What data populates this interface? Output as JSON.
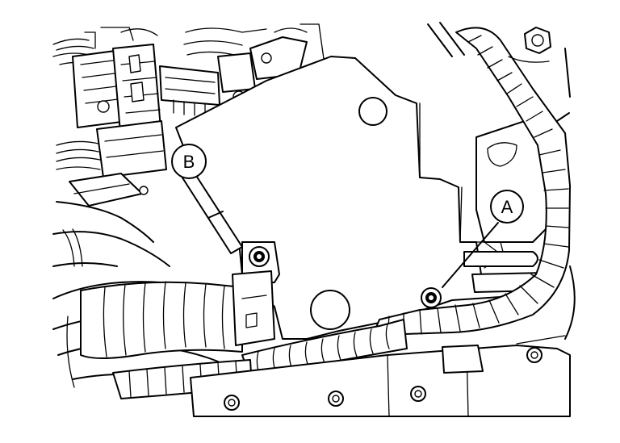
{
  "figure": {
    "callouts": [
      {
        "id": "a",
        "letter": "A"
      },
      {
        "id": "b",
        "letter": "B"
      }
    ]
  }
}
